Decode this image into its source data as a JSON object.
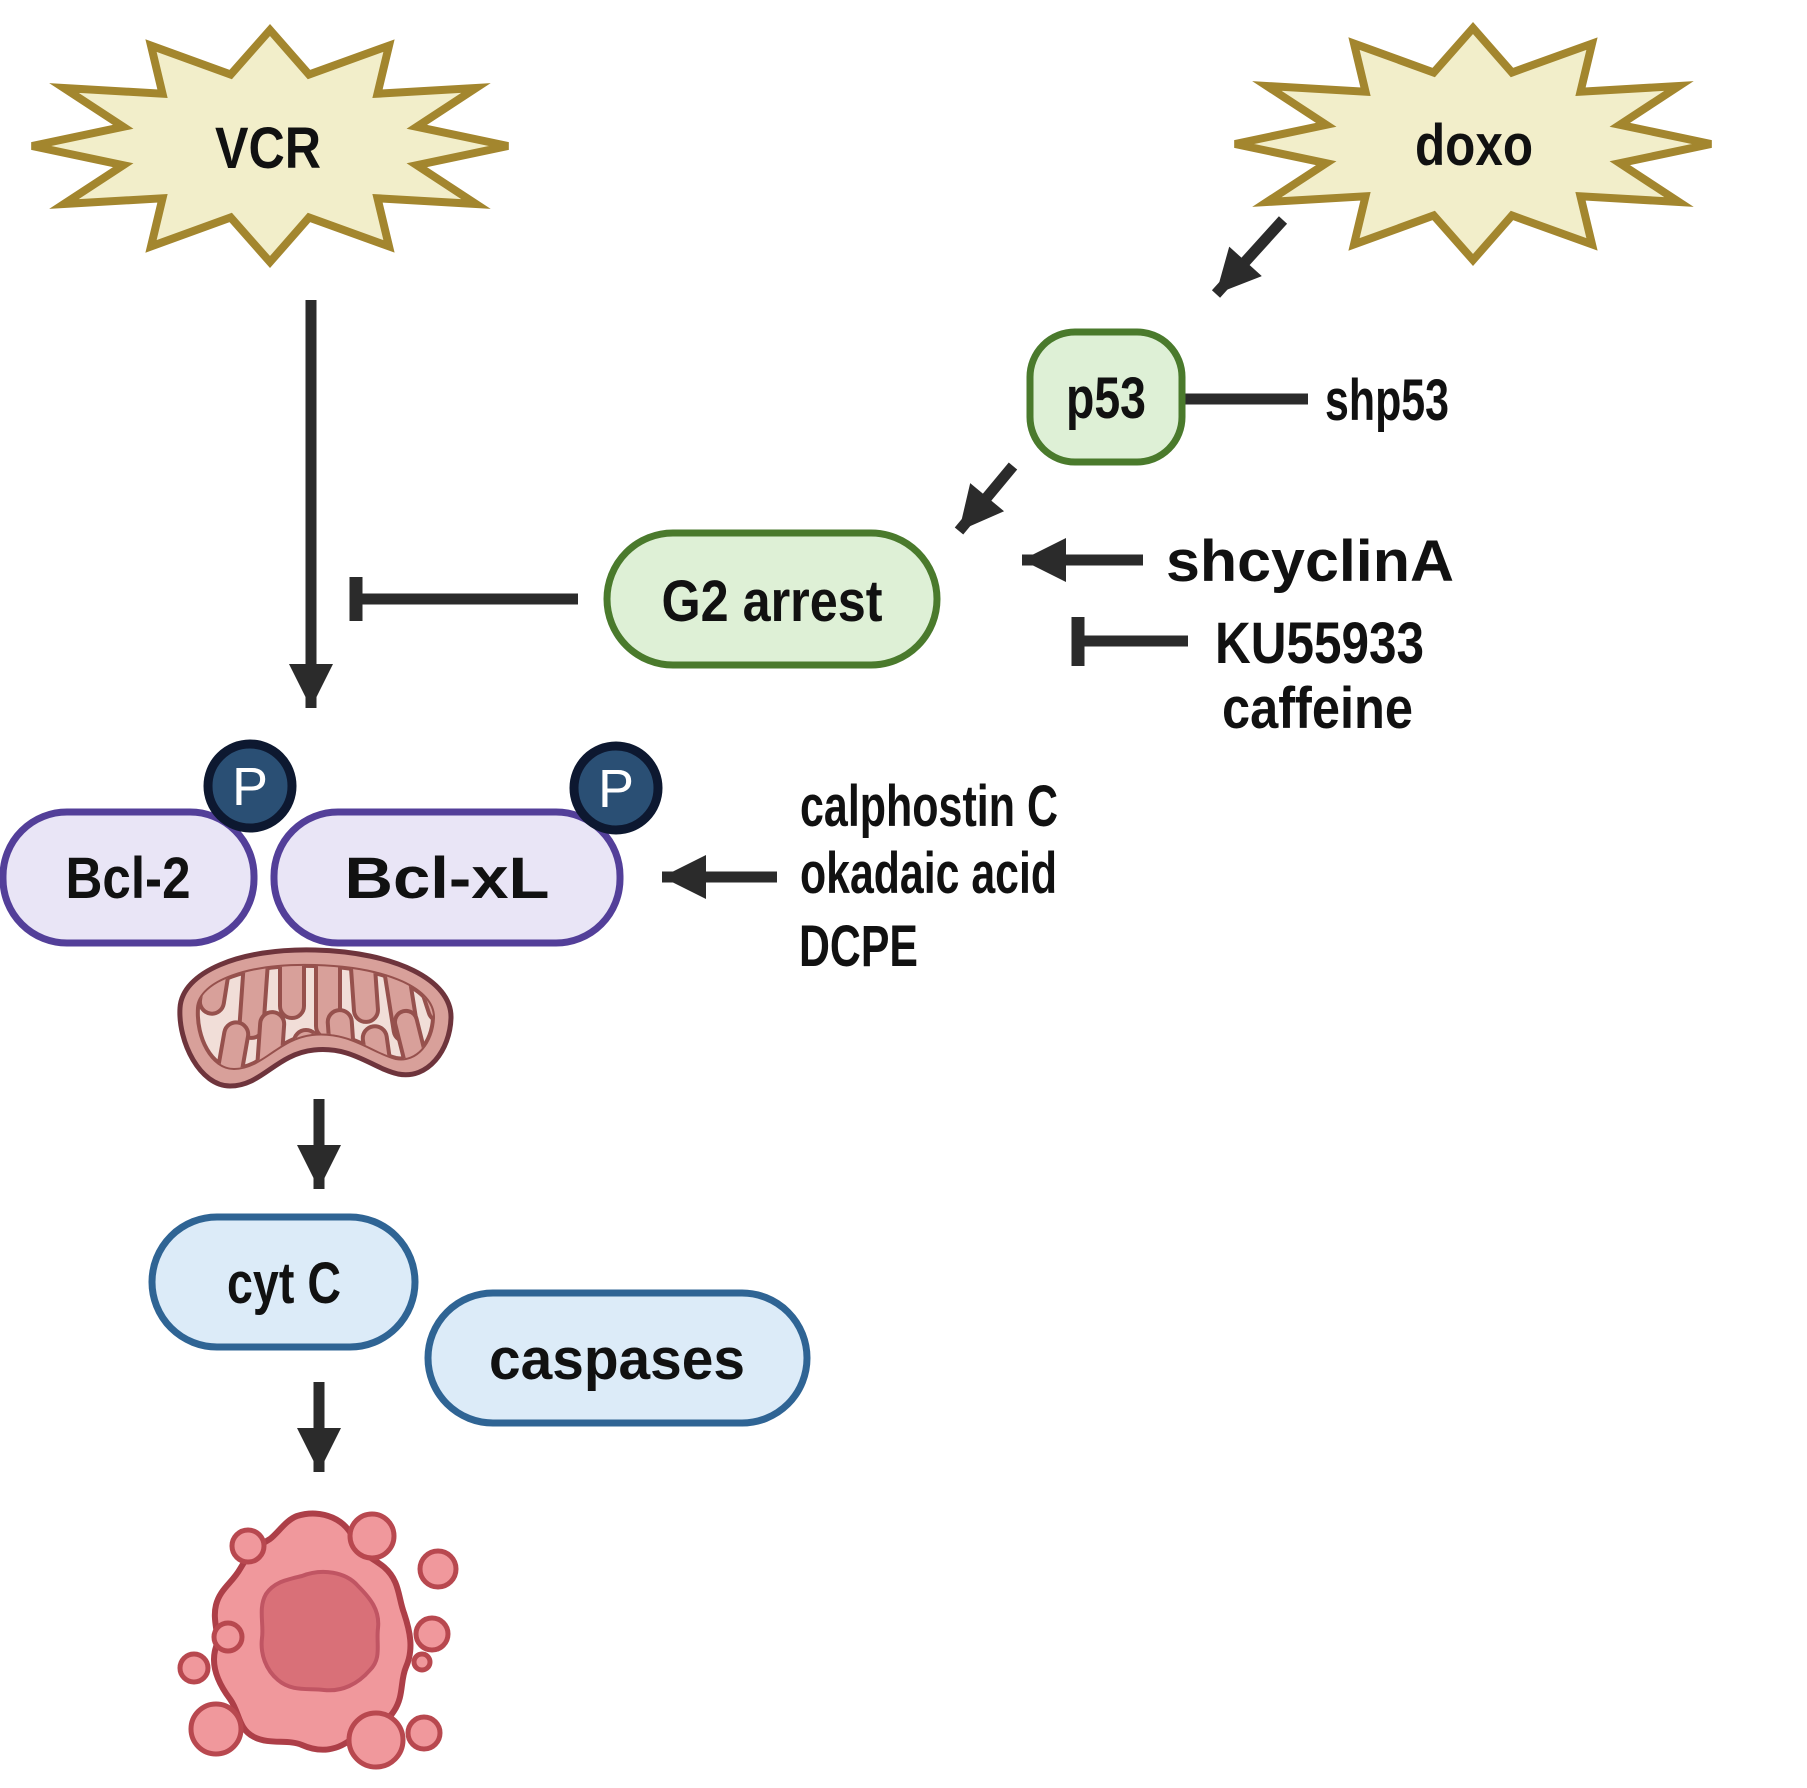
{
  "diagram": {
    "title": "VCR / doxo apoptosis signaling pathway",
    "background": "#ffffff",
    "colors": {
      "stimulus_fill": "#f2eeca",
      "stimulus_stroke": "#a3862e",
      "green_node_fill": "#def0d6",
      "green_node_stroke": "#4a7a2c",
      "purple_node_fill": "#e9e5f6",
      "purple_node_stroke": "#533f99",
      "phospho_fill": "#2a4f74",
      "phospho_stroke": "#0d1830",
      "blue_node_fill": "#dcebf8",
      "blue_node_stroke": "#2f6494",
      "arrow": "#2b2b2b",
      "mito_rim": "#d8a09a",
      "mito_outline": "#6e343c",
      "mito_matrix": "#f1ded8",
      "cell_fill": "#f0989c",
      "cell_stroke": "#ad3f48",
      "nucleus_fill": "#d97078"
    },
    "nodes": {
      "vcr": {
        "label": "VCR",
        "shape": "starburst"
      },
      "doxo": {
        "label": "doxo",
        "shape": "starburst"
      },
      "p53": {
        "label": "p53",
        "shape": "rounded-box"
      },
      "g2_arrest": {
        "label": "G2 arrest",
        "shape": "pill"
      },
      "bcl2": {
        "label": "Bcl-2",
        "shape": "pill"
      },
      "bclxl": {
        "label": "Bcl-xL",
        "shape": "pill"
      },
      "phospho_badge": {
        "label": "P",
        "shape": "circle"
      },
      "cytc": {
        "label": "cyt C",
        "shape": "pill"
      },
      "caspases": {
        "label": "caspases",
        "shape": "pill"
      }
    },
    "modulator_labels": {
      "shp53": "shp53",
      "shcyclinA": "shcyclinA",
      "ku55933": "KU55933",
      "caffeine": "caffeine",
      "calphostin": "calphostin C",
      "okadaic": "okadaic acid",
      "dcpe": "DCPE"
    },
    "edges": [
      {
        "from": "doxo",
        "to": "p53",
        "type": "activation"
      },
      {
        "from": "p53",
        "to": "g2_arrest",
        "type": "activation"
      },
      {
        "from": "shp53",
        "to": "p53",
        "type": "inhibition"
      },
      {
        "from": "shcyclinA",
        "to": "g2_arrest",
        "type": "activation"
      },
      {
        "from": "ku55933_caffeine",
        "to": "g2_arrest",
        "type": "inhibition"
      },
      {
        "from": "g2_arrest",
        "to": "vcr_arrow",
        "type": "inhibition"
      },
      {
        "from": "vcr",
        "to": "bcl2_bclxl",
        "type": "activation"
      },
      {
        "from": "calphostin_okadaic_dcpe",
        "to": "bclxl",
        "type": "activation"
      },
      {
        "from": "mitochondria",
        "to": "cytc",
        "type": "activation"
      },
      {
        "from": "cytc_caspases",
        "to": "apoptotic_cell",
        "type": "activation"
      }
    ]
  }
}
